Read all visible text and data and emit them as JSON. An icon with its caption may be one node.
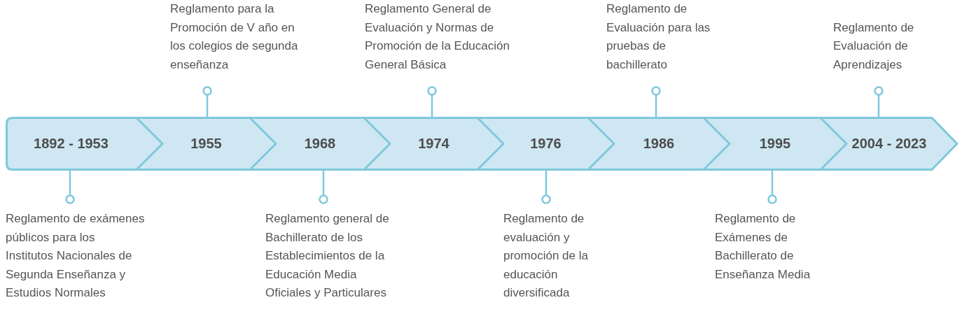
{
  "diagram": {
    "nodes": [
      {
        "text": [
          "1892 - 1953"
        ]
      },
      {
        "text": [
          "1955"
        ]
      },
      {
        "text": [
          "1968"
        ]
      },
      {
        "text": [
          "1974"
        ]
      },
      {
        "text": [
          "1976"
        ]
      },
      {
        "text": [
          "1986"
        ]
      },
      {
        "text": [
          "1995"
        ]
      },
      {
        "text": [
          "2004 - 2023"
        ]
      },
      {
        "text": [
          "Reglamento de exámenes públicos para los Institutos Nacionales de Segunda Enseñanza y Estudios Normales"
        ]
      },
      {
        "text": [
          "Reglamento para la Promoción de V año en los colegios de segunda enseñanza"
        ]
      },
      {
        "text": [
          "Reglamento general de Bachillerato de los Establecimientos de la Educación Media Oficiales y Particulares"
        ]
      },
      {
        "text": [
          "Reglamento General de Evaluación y Normas de Promoción de la Educación General Básica"
        ]
      },
      {
        "text": [
          "Reglamento de evaluación y promoción de la educación diversificada"
        ]
      },
      {
        "text": [
          "Reglamento de Evaluación para las pruebas de bachillerato"
        ]
      },
      {
        "text": [
          "Reglamento de Exámenes de Bachillerato de Enseñanza Media"
        ]
      },
      {
        "text": [
          "Reglamento de Evaluación de Aprendizajes"
        ]
      }
    ],
    "edges": [
      {
        "from": 8,
        "to": 0,
        "arrow": "other"
      },
      {
        "from": 9,
        "to": 1,
        "arrow": "other"
      },
      {
        "from": 10,
        "to": 2,
        "arrow": "other"
      },
      {
        "from": 11,
        "to": 3,
        "arrow": "other"
      },
      {
        "from": 12,
        "to": 4,
        "arrow": "other"
      },
      {
        "from": 13,
        "to": 5,
        "arrow": "other"
      },
      {
        "from": 14,
        "to": 6,
        "arrow": "other"
      },
      {
        "from": 15,
        "to": 7,
        "arrow": "other"
      }
    ]
  }
}
